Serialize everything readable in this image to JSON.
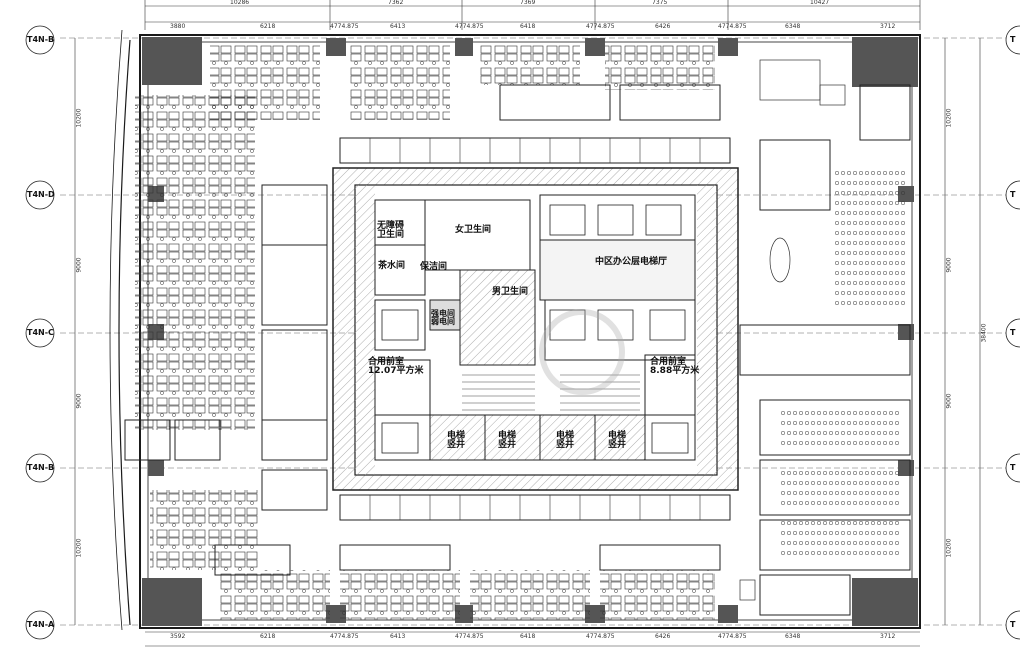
{
  "grid_labels": {
    "left": [
      "T4N-B",
      "T4N-D",
      "T4N-C",
      "T4N-B",
      "T4N-A"
    ],
    "right_marker": "T"
  },
  "top_dimensions": [
    "10286",
    "7362",
    "7369",
    "7375",
    "10427"
  ],
  "top_sub_dimensions": [
    "3880",
    "6218",
    "4774.875",
    "6413",
    "4774.875",
    "6418",
    "4774.875",
    "6426",
    "4774.875",
    "6348",
    "3712"
  ],
  "bottom_sub_dimensions": [
    "3592",
    "6218",
    "4774.875",
    "6413",
    "4774.875",
    "6418",
    "4774.875",
    "6426",
    "4774.875",
    "6348",
    "3712"
  ],
  "side_dimensions": [
    "10200",
    "9000",
    "9000",
    "10200"
  ],
  "side_total": "38400",
  "core_rooms": {
    "accessible_wc": "无障碍\n卫生间",
    "female_wc": "女卫生间",
    "tea_room": "茶水间",
    "cleaning_room": "保洁间",
    "male_wc": "男卫生间",
    "strong_room": "强电间\n弱电间",
    "elevator_hall": "中区办公层电梯厅",
    "lobby_left": "合用前室\n12.07平方米",
    "lobby_right": "合用前室\n8.88平方米",
    "shaft_label": "电梯\n竖井"
  },
  "shafts_count": 4,
  "colors": {
    "line": "#1a1a1a",
    "column": "#555555",
    "core": "#dddddd",
    "hatch": "#999999"
  }
}
